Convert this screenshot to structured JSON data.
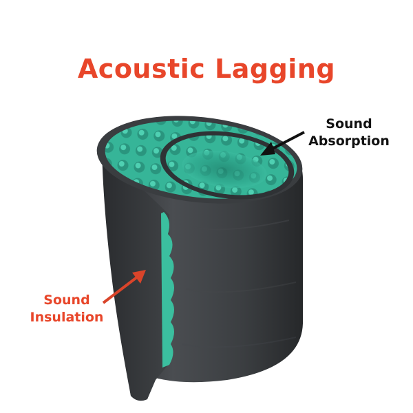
{
  "title": "Acoustic Lagging",
  "labels": {
    "absorption": {
      "line1": "Sound",
      "line2": "Absorption"
    },
    "insulation": {
      "line1": "Sound",
      "line2": "Insulation"
    }
  },
  "colors": {
    "title": "#e8462a",
    "insulation_label": "#e8462a",
    "absorption_label": "#111111",
    "foam_outer": "#3a3d40",
    "foam_inner": "#34b59a",
    "background": "#ffffff"
  }
}
